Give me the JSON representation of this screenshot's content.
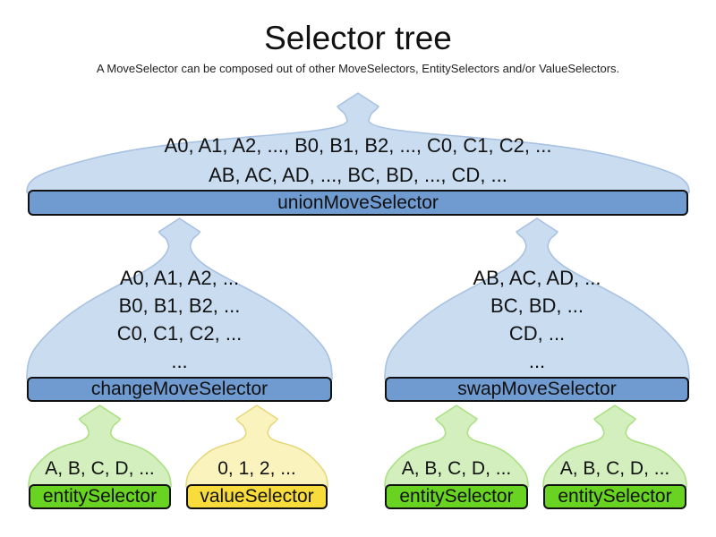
{
  "title": "Selector tree",
  "subtitle": "A MoveSelector can be composed out of other MoveSelectors, EntitySelectors and/or ValueSelectors.",
  "colors": {
    "move_cloud_fill": "#c9dcf0",
    "move_cloud_border": "#a9c2e2",
    "move_bar_fill": "#6f9bd1",
    "entity_cloud_fill": "#d3efbd",
    "entity_cloud_border": "#abe085",
    "entity_bar_fill": "#68d320",
    "value_cloud_fill": "#fbf3bd",
    "value_cloud_border": "#e6d87e",
    "value_bar_fill": "#f8dc3c",
    "bar_border": "#111111",
    "text": "#111111"
  },
  "nodes": {
    "union": {
      "label": "unionMoveSelector",
      "lines": [
        "A0, A1, A2, ..., B0, B1, B2, ..., C0, C1, C2, ...",
        "AB, AC, AD, ..., BC, BD, ..., CD, ..."
      ]
    },
    "change": {
      "label": "changeMoveSelector",
      "lines": [
        "A0, A1, A2, ...",
        "B0, B1, B2, ...",
        "C0, C1, C2, ...",
        "..."
      ]
    },
    "swap": {
      "label": "swapMoveSelector",
      "lines": [
        "AB, AC, AD, ...",
        "BC, BD, ...",
        "CD, ...",
        "..."
      ]
    },
    "entity1": {
      "label": "entitySelector",
      "lines": [
        "A, B, C, D, ..."
      ]
    },
    "value1": {
      "label": "valueSelector",
      "lines": [
        "0, 1, 2, ..."
      ]
    },
    "entity2": {
      "label": "entitySelector",
      "lines": [
        "A, B, C, D, ..."
      ]
    },
    "entity3": {
      "label": "entitySelector",
      "lines": [
        "A, B, C, D, ..."
      ]
    }
  }
}
